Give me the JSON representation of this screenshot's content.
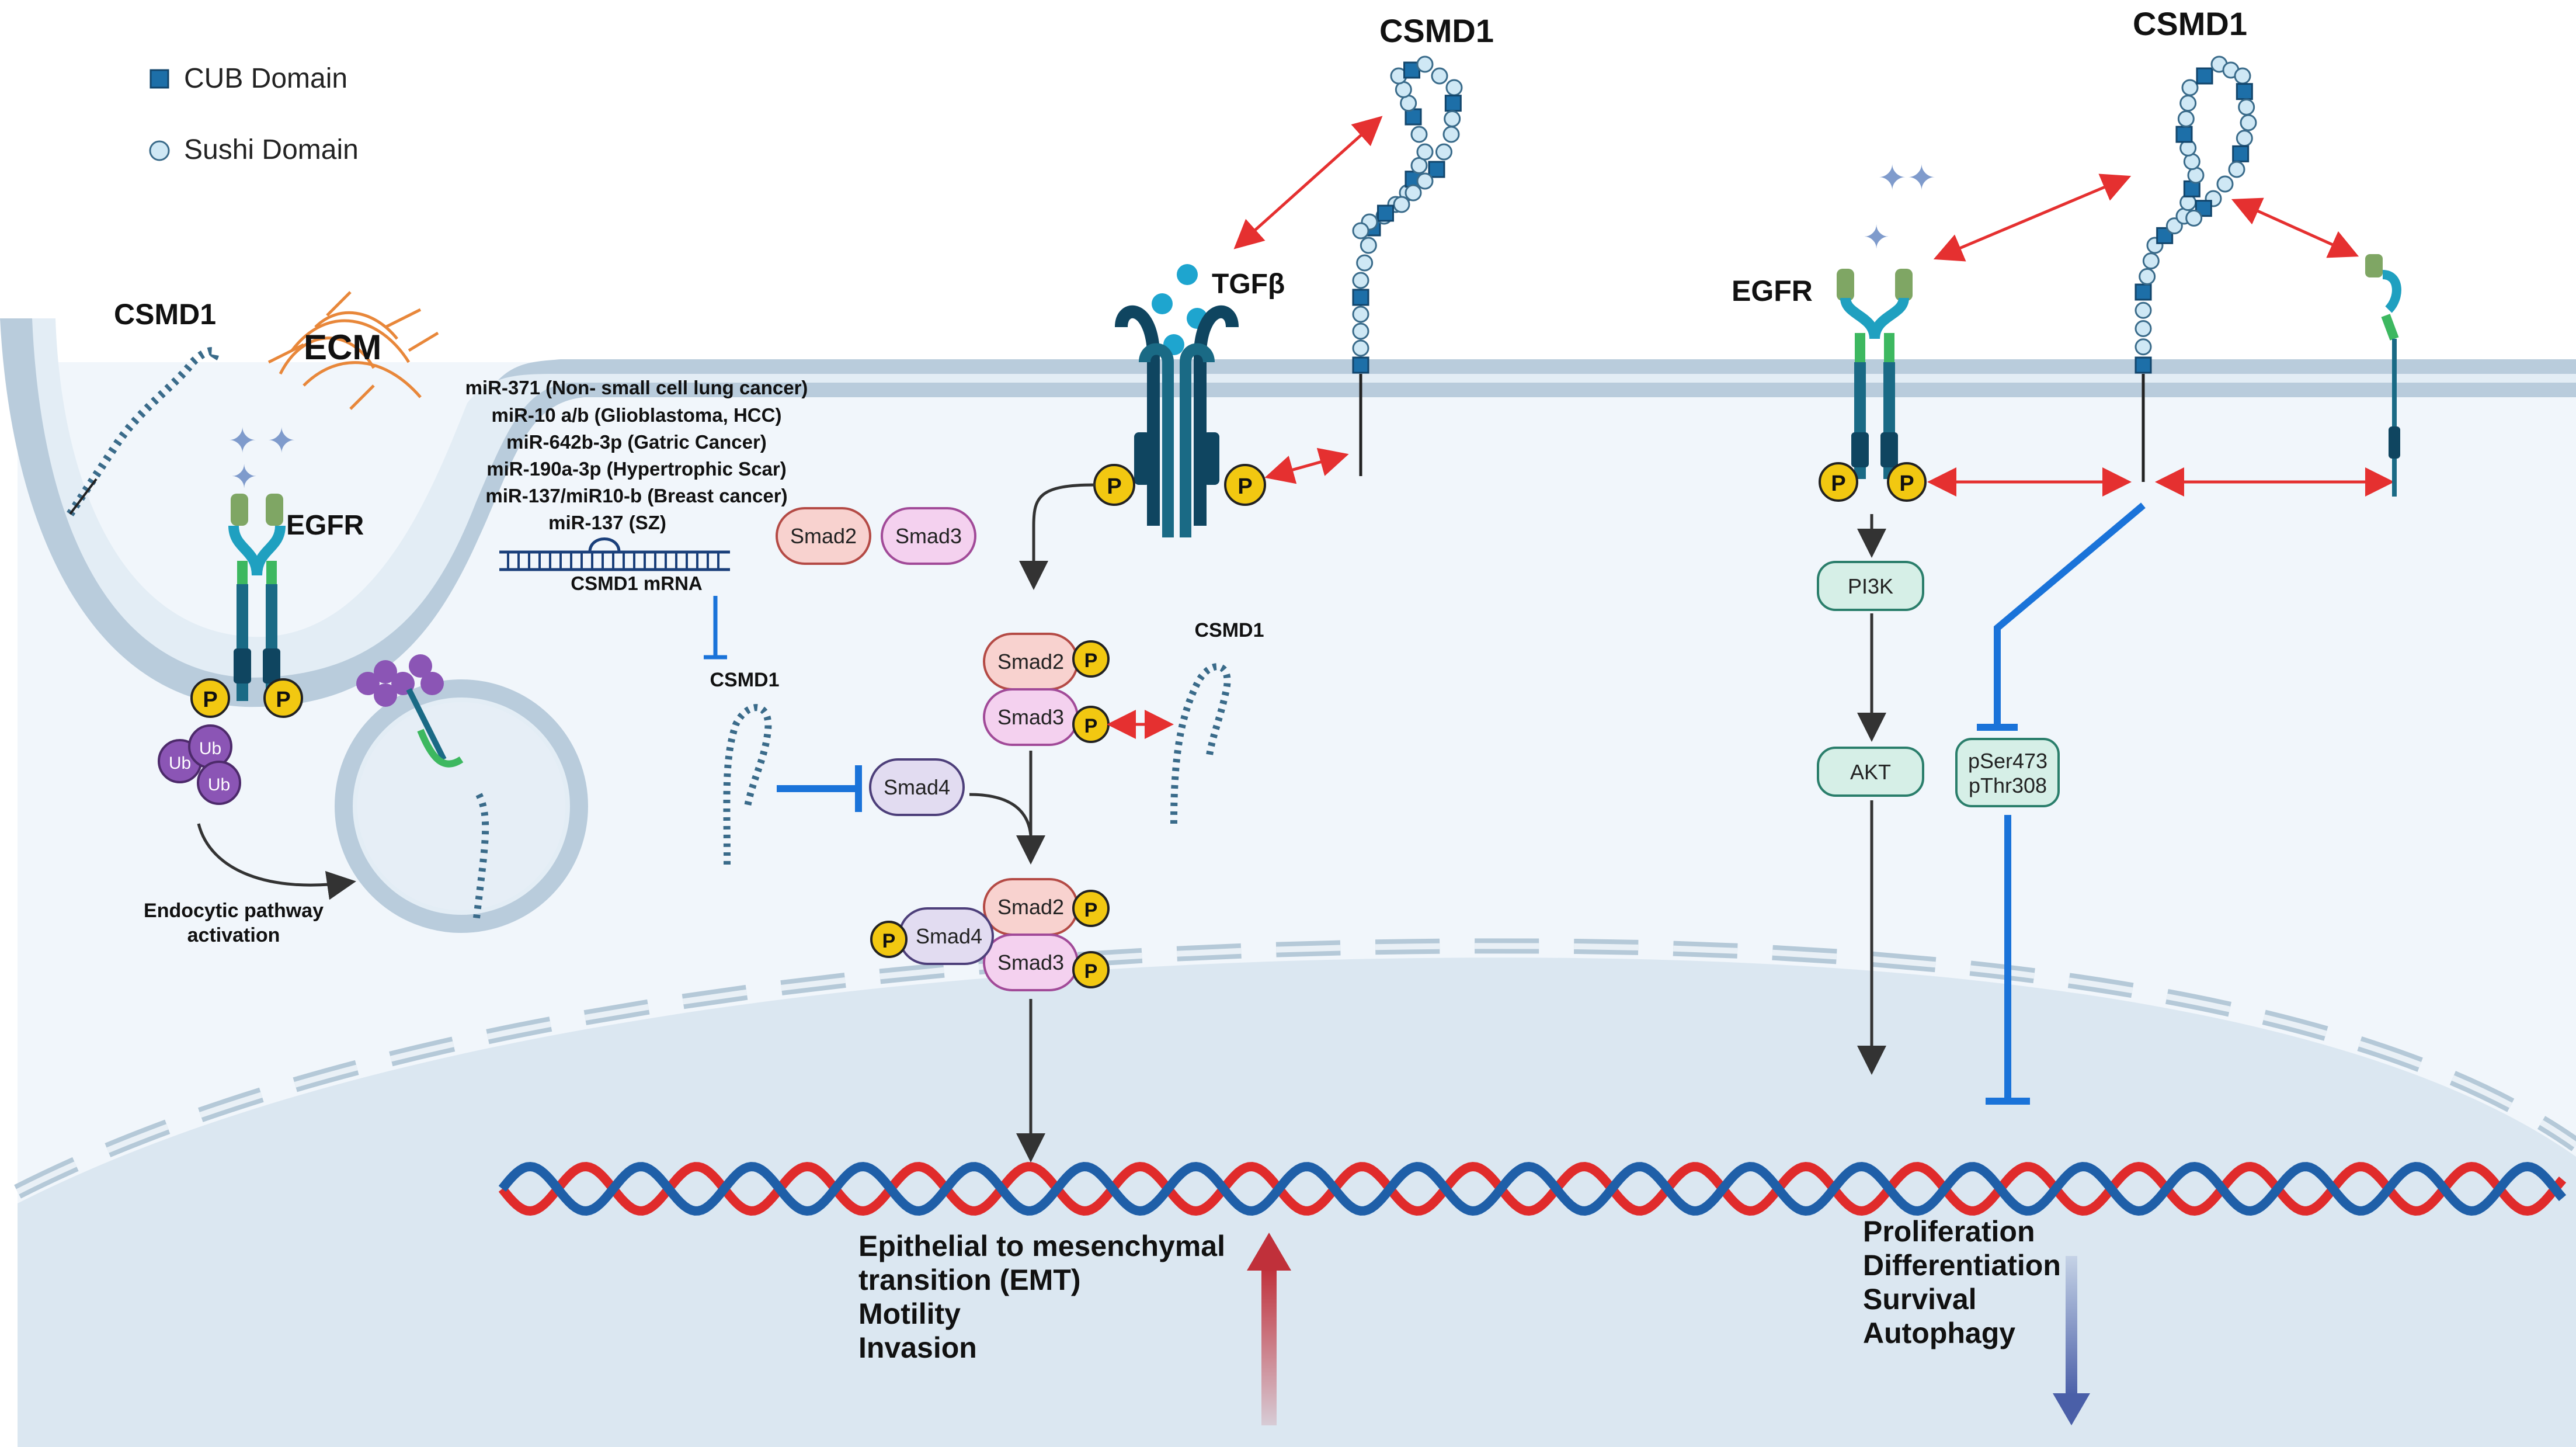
{
  "legend": {
    "cub": "CUB Domain",
    "sushi": "Sushi Domain"
  },
  "labels": {
    "csmd1_left": "CSMD1",
    "ecm": "ECM",
    "egfr_left": "EGFR",
    "ub": "Ub",
    "endocytic_line1": "Endocytic pathway",
    "endocytic_line2": "activation",
    "mrna": "CSMD1 mRNA",
    "csmd1_mrna_protein": "CSMD1",
    "tgfb": "TGFβ",
    "csmd1_top_mid": "CSMD1",
    "csmd1_top_right": "CSMD1",
    "csmd1_smad": "CSMD1",
    "egfr_right": "EGFR",
    "p": "P",
    "smad2": "Smad2",
    "smad3": "Smad3",
    "smad4": "Smad4",
    "pi3k": "PI3K",
    "akt": "AKT",
    "pser473": "pSer473",
    "pthr308": "pThr308"
  },
  "mirnas": [
    "miR-371 (Non- small cell lung cancer)",
    "miR-10 a/b (Glioblastoma, HCC)",
    "miR-642b-3p (Gatric Cancer)",
    "miR-190a-3p (Hypertrophic Scar)",
    "miR-137/miR10-b (Breast cancer)",
    "miR-137 (SZ)"
  ],
  "outcomes_left": [
    "Epithelial to mesenchymal",
    "transition (EMT)",
    "Motility",
    "Invasion"
  ],
  "outcomes_right": [
    "Proliferation",
    "Differentiation",
    "Survival",
    "Autophagy"
  ],
  "colors": {
    "cub": "#1d6fa8",
    "sushi": "#cfe8f5",
    "membrane": "#b7cbdb",
    "cytoplasm": "#f1f6fb",
    "nucleus": "#dfeaf3",
    "dna_red": "#e02b2b",
    "dna_blue": "#1f5fa8",
    "inhibit": "#1a73d9",
    "bidirectional": "#e53030",
    "phospho": "#f2c811"
  }
}
